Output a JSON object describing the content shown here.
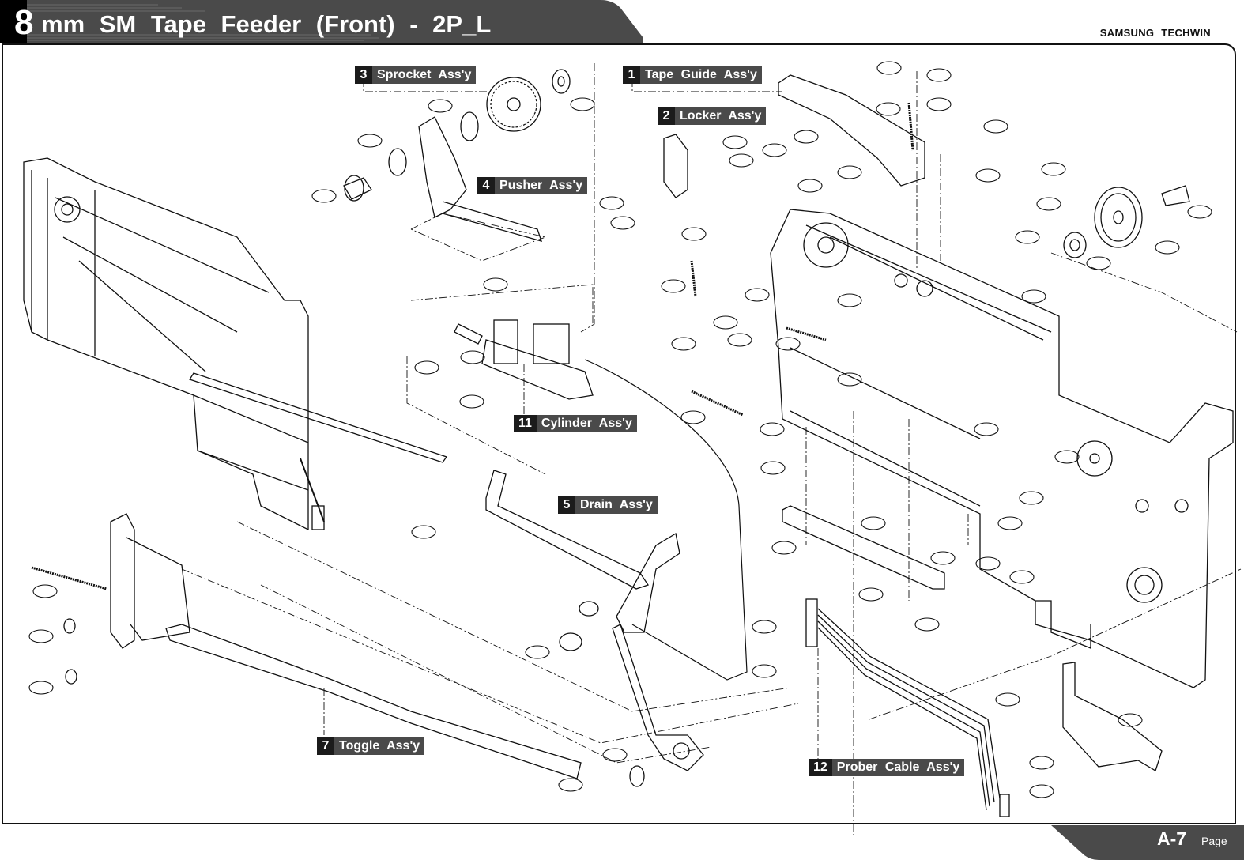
{
  "header": {
    "title_number": "8",
    "title_text": "mm SM Tape Feeder (Front) - 2P_L",
    "brand": "SAMSUNG TECHWIN"
  },
  "footer": {
    "page_number": "A-7",
    "page_word": "Page"
  },
  "colors": {
    "band_dark": "#4a4a4a",
    "number_box": "#1b1b1b",
    "line": "#111111"
  },
  "callouts": [
    {
      "num": "1",
      "label": "Tape Guide Ass'y"
    },
    {
      "num": "2",
      "label": "Locker Ass'y"
    },
    {
      "num": "3",
      "label": "Sprocket Ass'y"
    },
    {
      "num": "4",
      "label": "Pusher Ass'y"
    },
    {
      "num": "5",
      "label": "Drain Ass'y"
    },
    {
      "num": "7",
      "label": "Toggle Ass'y"
    },
    {
      "num": "11",
      "label": "Cylinder Ass'y"
    },
    {
      "num": "12",
      "label": "Prober Cable Ass'y"
    }
  ]
}
